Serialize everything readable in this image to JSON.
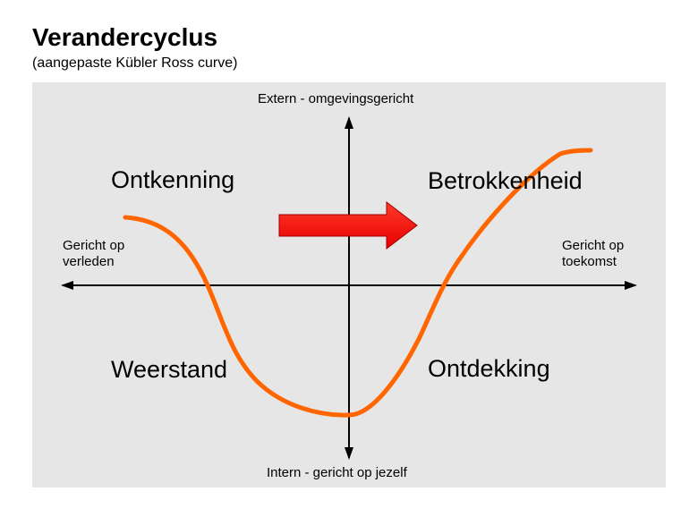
{
  "title": "Verandercyclus",
  "subtitle": "(aangepaste Kübler Ross curve)",
  "axes": {
    "top": "Extern - omgevingsgericht",
    "bottom": "Intern - gericht op jezelf",
    "left_line1": "Gericht op",
    "left_line2": "verleden",
    "right_line1": "Gericht op",
    "right_line2": "toekomst"
  },
  "quadrants": {
    "top_left": "Ontkenning",
    "top_right": "Betrokkenheid",
    "bottom_left": "Weerstand",
    "bottom_right": "Ontdekking"
  },
  "colors": {
    "panel": "#e6e6e6",
    "curve": "#ff6600",
    "arrow": "#ff0000",
    "axis": "#000000"
  }
}
